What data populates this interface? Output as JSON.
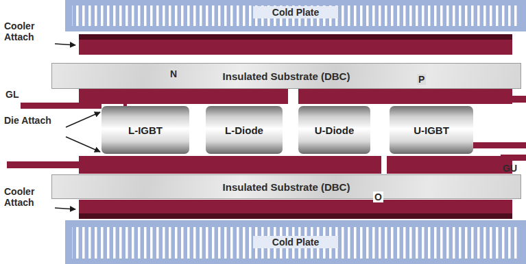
{
  "diagram": {
    "nodes": [
      {
        "text": [
          "Cold Plate"
        ]
      },
      {
        "text": [
          "Insulated Substrate (DBC)"
        ]
      },
      {
        "text": [
          "L-IGBT"
        ]
      },
      {
        "text": [
          "L-Diode"
        ]
      },
      {
        "text": [
          "U-Diode"
        ]
      },
      {
        "text": [
          "U-IGBT"
        ]
      },
      {
        "text": [
          "Insulated Substrate (DBC)"
        ]
      },
      {
        "text": [
          "Cold Plate"
        ]
      }
    ],
    "labels": [
      "Cooler Attach",
      "GL",
      "N",
      "P",
      "Die Attach",
      "GU",
      "O",
      "Cooler Attach"
    ]
  }
}
